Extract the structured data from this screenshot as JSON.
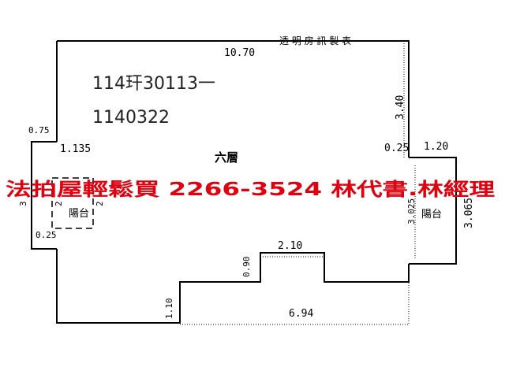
{
  "header": {
    "source_label": "透 明 房 訊 製 表"
  },
  "case_info": {
    "line1": "114玕30113一",
    "line2": "1140322"
  },
  "floor_label": "六層",
  "balcony_label": "陽台",
  "dimensions": {
    "top_width": "10.70",
    "right_upper": "3.40",
    "left_balcony_top": "0.75",
    "left_inner": "1.135",
    "left_balcony_side": "3",
    "left_balcony_inner1": "2",
    "left_balcony_inner2": "2",
    "left_balcony_bottom": "0.25",
    "right_offset": "0.25",
    "right_balcony_width": "1.20",
    "right_balcony_inner": "3.025",
    "right_balcony_outer": "3.065",
    "notch_width": "2.10",
    "notch_depth": "0.90",
    "bottom_left_height": "1.10",
    "bottom_width": "6.94"
  },
  "banner": {
    "text": "法拍屋輕鬆買  2266-3524  林代書.林經理"
  }
}
